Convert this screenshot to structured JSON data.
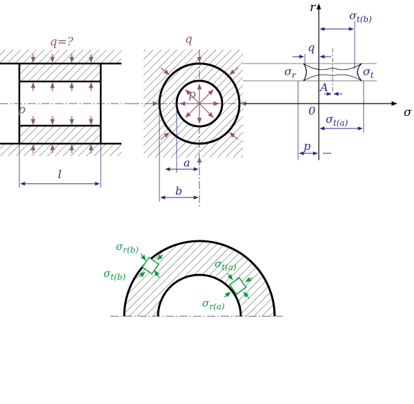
{
  "labels": {
    "q_unknown": "q=?",
    "p_left": "p",
    "l": "l",
    "q_center": "q",
    "p_center": "p",
    "a": "a",
    "b": "b",
    "r_axis": "r",
    "sigma_axis": "σ",
    "q_right": "q",
    "sigma_r": "σ",
    "sigma_r_sub": "r",
    "sigma_t": "σ",
    "sigma_t_sub": "t",
    "sigma_tb_top": "σ",
    "sigma_tb_top_sub": "t(b)",
    "A": "A",
    "zero": "0",
    "sigma_ta": "σ",
    "sigma_ta_sub": "t(a)",
    "p_right": "p",
    "g_srb": "σ",
    "g_srb_sub": "r(b)",
    "g_stb": "σ",
    "g_stb_sub": "t(b)",
    "g_sta": "σ",
    "g_sta_sub": "t(a)",
    "g_sra": "σ",
    "g_sra_sub": "r(a)"
  },
  "colors": {
    "dimension": "#262a7e",
    "load": "#8a5a73",
    "stress": "#0a9a3c",
    "outline": "#000000"
  }
}
